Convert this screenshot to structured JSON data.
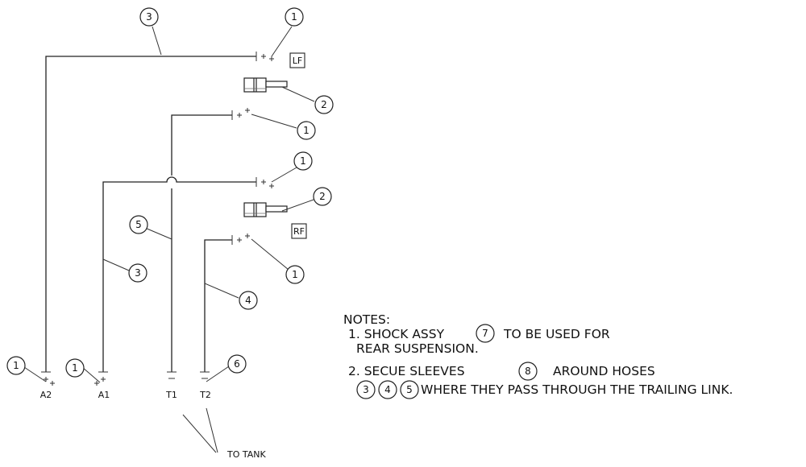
{
  "diagram": {
    "callouts": {
      "c_top_hose": "3",
      "c_lf_fit": "1",
      "c_lf_cyl": "2",
      "c_t1_fit": "1",
      "c_a1_fit": "1",
      "c_rf_cyl": "2",
      "c_hose5": "5",
      "c_rf_fit": "1",
      "c_hose3": "3",
      "c_hose4": "4",
      "c_port_a2": "1",
      "c_port_a1": "1",
      "c_port_t2": "6"
    },
    "box_labels": {
      "lf": "LF",
      "rf": "RF"
    },
    "ports": {
      "a2": "A2",
      "a1": "A1",
      "t1": "T1",
      "t2": "T2"
    },
    "to_tank": "TO TANK"
  },
  "notes": {
    "heading": "NOTES:",
    "n1_prefix": "1.   SHOCK ASSY",
    "n1_part": "7",
    "n1_suffix": "TO BE USED FOR",
    "n1_line2": "REAR SUSPENSION.",
    "n2_prefix": "2.     SECUE SLEEVES",
    "n2_part": "8",
    "n2_suffix": "AROUND HOSES",
    "n2_hoses": [
      "3",
      "4",
      "5"
    ],
    "n2_line2": "WHERE THEY PASS THROUGH THE TRAILING LINK."
  }
}
